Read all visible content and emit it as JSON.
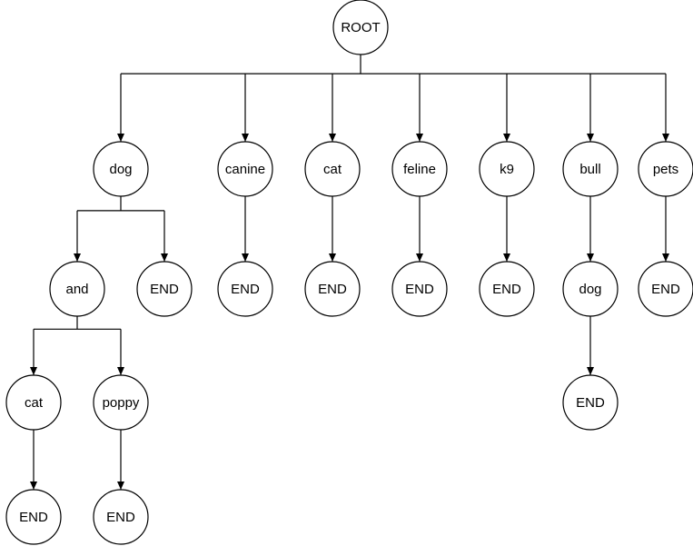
{
  "diagram": {
    "type": "tree",
    "root": {
      "label": "ROOT",
      "children": [
        {
          "label": "dog",
          "children": [
            {
              "label": "and",
              "children": [
                {
                  "label": "cat",
                  "children": [
                    {
                      "label": "END",
                      "children": []
                    }
                  ]
                },
                {
                  "label": "poppy",
                  "children": [
                    {
                      "label": "END",
                      "children": []
                    }
                  ]
                }
              ]
            },
            {
              "label": "END",
              "children": []
            }
          ]
        },
        {
          "label": "canine",
          "children": [
            {
              "label": "END",
              "children": []
            }
          ]
        },
        {
          "label": "cat",
          "children": [
            {
              "label": "END",
              "children": []
            }
          ]
        },
        {
          "label": "feline",
          "children": [
            {
              "label": "END",
              "children": []
            }
          ]
        },
        {
          "label": "k9",
          "children": [
            {
              "label": "END",
              "children": []
            }
          ]
        },
        {
          "label": "bull",
          "children": [
            {
              "label": "dog",
              "children": [
                {
                  "label": "END",
                  "children": []
                }
              ]
            }
          ]
        },
        {
          "label": "pets",
          "children": [
            {
              "label": "END",
              "children": []
            }
          ]
        }
      ]
    }
  }
}
